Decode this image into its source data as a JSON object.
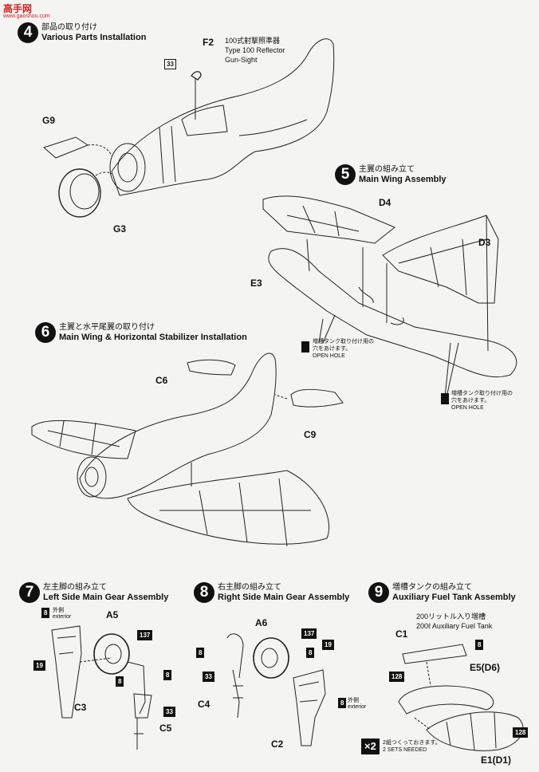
{
  "watermark": {
    "site": "高手网",
    "url": "www.gaoshou.com"
  },
  "steps": {
    "s4": {
      "number": "4",
      "jp": "部品の取り付け",
      "en": "Various Parts Installation"
    },
    "s5": {
      "number": "5",
      "jp": "主翼の組み立て",
      "en": "Main Wing Assembly"
    },
    "s6": {
      "number": "6",
      "jp": "主翼と水平尾翼の取り付け",
      "en": "Main Wing & Horizontal Stabilizer Installation"
    },
    "s7": {
      "number": "7",
      "jp": "左主脚の組み立て",
      "en": "Left Side Main Gear Assembly"
    },
    "s8": {
      "number": "8",
      "jp": "右主脚の組み立て",
      "en": "Right Side Main Gear Assembly"
    },
    "s9": {
      "number": "9",
      "jp": "増槽タンクの組み立て",
      "en": "Auxiliary Fuel Tank Assembly"
    }
  },
  "s4": {
    "f2": "F2",
    "f2_jp": "100式射撃照準器",
    "f2_en1": "Type 100 Reflector",
    "f2_en2": "Gun-Sight",
    "c33": "33",
    "g9": "G9",
    "g3": "G3"
  },
  "s5": {
    "d4": "D4",
    "d3": "D3",
    "e3": "E3",
    "hole_jp1": "増槽タンク取り付け用の",
    "hole_jp2": "穴をあけます。",
    "hole_en": "OPEN HOLE"
  },
  "s6": {
    "c6": "C6",
    "c9": "C9"
  },
  "s7": {
    "c8": "8",
    "ext_jp": "外側",
    "ext_en": "exterior",
    "a5": "A5",
    "c137": "137",
    "c19": "19",
    "c8b": "8",
    "c8c": "8",
    "c3": "C3",
    "c33": "33",
    "c5": "C5"
  },
  "s8": {
    "a6": "A6",
    "c137": "137",
    "c8": "8",
    "c19": "19",
    "c8b": "8",
    "c33": "33",
    "c4": "C4",
    "c8c": "8",
    "ext_jp": "外側",
    "ext_en": "exterior",
    "c2": "C2"
  },
  "s9": {
    "tank_jp": "200リットル入り増槽",
    "tank_en": "200ℓ Auxiliary Fuel Tank",
    "c1": "C1",
    "c8": "8",
    "e5": "E5(D6)",
    "c128": "128",
    "c128b": "128",
    "e1": "E1(D1)",
    "x2": "×2",
    "x2_jp": "2組つくっておきます。",
    "x2_en": "2 SETS NEEDED"
  }
}
